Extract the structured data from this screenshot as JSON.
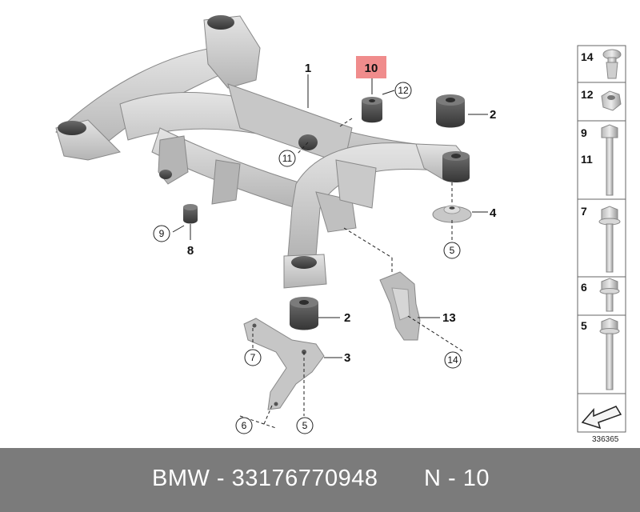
{
  "callouts": {
    "c1": "1",
    "c2a": "2",
    "c2b": "2",
    "c3": "3",
    "c4": "4",
    "c5a": "5",
    "c5b": "5",
    "c6": "6",
    "c7": "7",
    "c8": "8",
    "c9": "9",
    "c10": "10",
    "c11": "11",
    "c12": "12",
    "c13": "13",
    "c14": "14"
  },
  "sidebar": {
    "items": [
      {
        "labels": [
          "14"
        ]
      },
      {
        "labels": [
          "12"
        ]
      },
      {
        "labels": [
          "9",
          "11"
        ]
      },
      {
        "labels": [
          "7"
        ]
      },
      {
        "labels": [
          "6"
        ]
      },
      {
        "labels": [
          "5"
        ]
      }
    ]
  },
  "reference_number": "336365",
  "highlight_color": "#f08c8c",
  "footer": {
    "part": "BMW - 33176770948",
    "ref": "N - 10"
  }
}
